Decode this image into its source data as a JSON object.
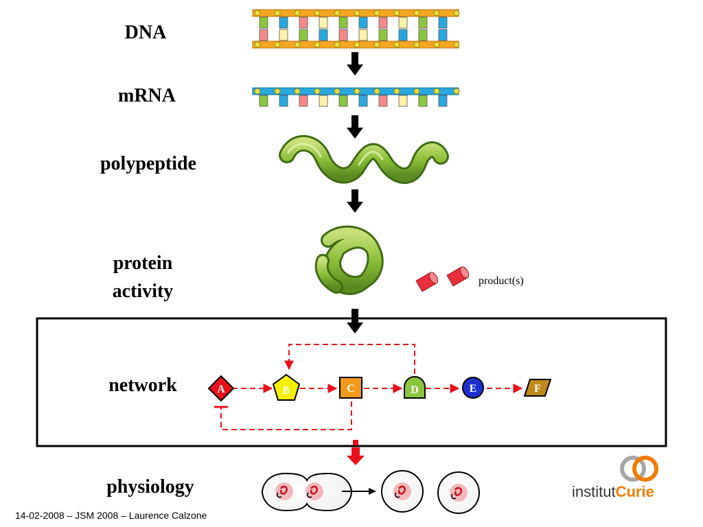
{
  "labels": {
    "dna": "DNA",
    "mrna": "mRNA",
    "polypeptide": "polypeptide",
    "protein_line1": "protein",
    "protein_line2": "activity",
    "products": "product(s)",
    "network": "network",
    "physiology": "physiology"
  },
  "network_nodes": {
    "a": "A",
    "b": "B",
    "c": "C",
    "d": "D",
    "e": "E",
    "f": "F"
  },
  "footer": "14-02-2008 – JSM 2008  –  Laurence Calzone",
  "logo": {
    "part1": "institut",
    "part2": "Curie"
  },
  "colors": {
    "dashed_edge": "#e8101a",
    "node_a": "#e8101a",
    "node_b": "#f5f000",
    "node_c": "#f39a1c",
    "node_d": "#8cc63e",
    "node_e": "#1e2fd0",
    "node_f": "#c08a1a",
    "orange_strand": "#f5a623",
    "blue_strand": "#29a8e0",
    "logo_orange": "#f07d00"
  }
}
